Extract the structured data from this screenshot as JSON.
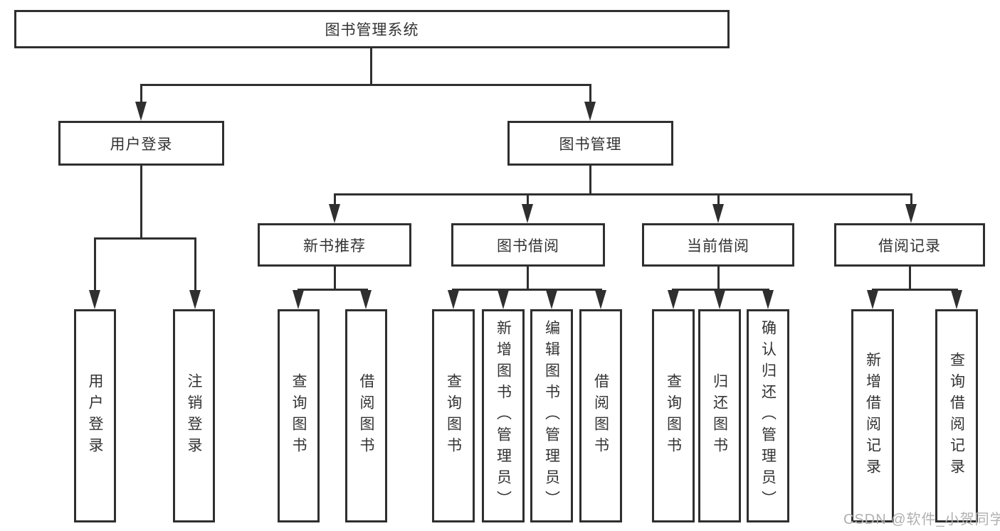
{
  "root": {
    "label": "图书管理系统"
  },
  "level2": [
    {
      "label": "用户登录"
    },
    {
      "label": "图书管理"
    }
  ],
  "level3": [
    {
      "label": "新书推荐"
    },
    {
      "label": "图书借阅"
    },
    {
      "label": "当前借阅"
    },
    {
      "label": "借阅记录"
    }
  ],
  "leaves": {
    "user_login": [
      {
        "label": "用户登录"
      },
      {
        "label": "注销登录"
      }
    ],
    "new_books": [
      {
        "label": "查询图书"
      },
      {
        "label": "借阅图书"
      }
    ],
    "book_borrow": [
      {
        "label": "查询图书"
      },
      {
        "label": "新增图书（管理员）"
      },
      {
        "label": "编辑图书（管理员）"
      },
      {
        "label": "借阅图书"
      }
    ],
    "current_borrow": [
      {
        "label": "查询图书"
      },
      {
        "label": "归还图书"
      },
      {
        "label": "确认归还（管理员）"
      }
    ],
    "borrow_records": [
      {
        "label": "新增借阅记录"
      },
      {
        "label": "查询借阅记录"
      }
    ]
  },
  "watermark": "CSDN @软件_小贺同学",
  "colors": {
    "line": "#2f2f2f",
    "box_border": "#2f2f2f",
    "text": "#333333",
    "watermark": "#b0b0b0",
    "background": "#ffffff"
  }
}
